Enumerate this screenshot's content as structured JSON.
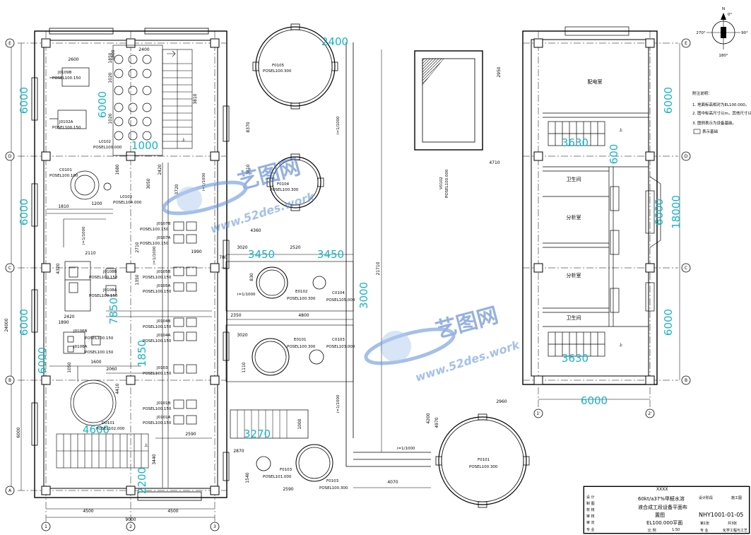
{
  "compass": {
    "north": "N",
    "deg0": "0°",
    "deg90": "90°",
    "deg180": "180°",
    "deg270": "270°"
  },
  "grid": {
    "main_rows": [
      "E",
      "D",
      "C",
      "B",
      "A"
    ],
    "main_cols": [
      "1",
      "2",
      "3"
    ],
    "right_rows": [
      "E",
      "D",
      "C",
      "B"
    ],
    "right_cols": [
      "1'",
      "2'"
    ]
  },
  "dims": {
    "left_spans": [
      "6000",
      "6000",
      "6000",
      "6000",
      "6000"
    ],
    "left_total": "24000",
    "right_spans": [
      "6000",
      "6000",
      "6000"
    ],
    "right_total": "18000",
    "bottom": [
      "4500",
      "4500",
      "9000"
    ],
    "right_bottom": "6000",
    "d2600": "2600",
    "d1850": "1850",
    "d1020a": "1020",
    "d1020b": "1020",
    "d3810": "3810",
    "d3050": "3050",
    "d3720": "3720",
    "d2420": "2420",
    "d1680": "1680",
    "d1200": "1200",
    "d1810": "1810",
    "d1800": "1800",
    "d8370": "8370",
    "d3810b": "3810",
    "d4360": "4360",
    "d3020": "3020",
    "d2520": "2520",
    "d3450a": "3450",
    "d3450b": "3450",
    "d1990": "1990",
    "d2110": "2110",
    "d4320": "4320",
    "d2710": "2710",
    "d1350": "1350",
    "d2420b": "2420",
    "d1890": "1890",
    "d2350": "2350",
    "d4800": "4800",
    "d3020b": "3020",
    "d3000": "3000",
    "d1110": "1110",
    "d1600": "1600",
    "d2060": "2060",
    "d1050": "1050",
    "d7850": "7850",
    "d1850b": "1850",
    "d4410": "4410",
    "d2590": "2590",
    "d3440": "3440",
    "d2870": "2870",
    "d1540": "1540",
    "d2590b": "2590",
    "d3270": "3270",
    "d1000": "1000",
    "d4600": "4600",
    "d2950": "2950",
    "d4710": "4710",
    "d21710": "21710",
    "d2960": "2960",
    "d4200": "4200",
    "d4970": "4970",
    "d4070": "4070",
    "d2400": "2400",
    "d1000b": "1000",
    "d3630a": "3630",
    "d3630b": "3630",
    "d600": "600",
    "d2200": "2200",
    "d2400b": "2400",
    "d780": "780",
    "d830": "830"
  },
  "equipment": {
    "j0109": {
      "tag": "J0109B",
      "pos": "POSEL100.150"
    },
    "j0102": {
      "tag": "J0102A",
      "pos": "POSEL100.150"
    },
    "l0102": {
      "tag": "L0102",
      "pos": "POSEL100.000"
    },
    "c0101": {
      "tag": "C0101",
      "pos": "POSEL100.100"
    },
    "l0103": {
      "tag": "L0103",
      "pos": "POSEL104.000"
    },
    "f0105": {
      "tag": "F0105",
      "pos": "POSEL100.300"
    },
    "f0104": {
      "tag": "F0104",
      "pos": "POSEL100.300"
    },
    "j0107b": {
      "tag": "J0107B",
      "pos": "POSEL100.150"
    },
    "j0107a": {
      "tag": "J0107A",
      "pos": "POSEL100.150"
    },
    "j0108b": {
      "tag": "J0108B",
      "pos": "POSEL100.150"
    },
    "j0108a": {
      "tag": "J0108A",
      "pos": "POSEL100.150"
    },
    "j0105b": {
      "tag": "J0105B",
      "pos": "POSEL100.150"
    },
    "j0105a": {
      "tag": "J0105A",
      "pos": "POSEL100.150"
    },
    "e0102": {
      "tag": "E0102",
      "pos": "POSEL100.300"
    },
    "c0104": {
      "tag": "C0104",
      "pos": "POSEL105.000"
    },
    "j0104b": {
      "tag": "J0104B",
      "pos": "POSEL100.150"
    },
    "j0104a": {
      "tag": "J0104A",
      "pos": "POSEL100.150"
    },
    "j0106b": {
      "tag": "J0106B",
      "pos": "POSEL100.150"
    },
    "j0106a": {
      "tag": "J0106A",
      "pos": "POSEL100.150"
    },
    "e0101": {
      "tag": "E0101",
      "pos": "POSEL100.300"
    },
    "c0103": {
      "tag": "C0103",
      "pos": "POSEL103.000"
    },
    "j0103": {
      "tag": "J0103",
      "pos": "POSEL100.150"
    },
    "j0101b": {
      "tag": "J0101B",
      "pos": "POSEL100.150"
    },
    "j0101a": {
      "tag": "J0101A",
      "pos": "POSEL100.150"
    },
    "d0101": {
      "tag": "D0101",
      "pos": "POSEL102.000"
    },
    "f0103s": {
      "tag": "F0103",
      "pos": "POSEL101.000"
    },
    "f0103": {
      "tag": "F0103",
      "pos": "POSEL100.300"
    },
    "f0101": {
      "tag": "F0101",
      "pos": "POSEL100.300"
    },
    "v0102": {
      "tag": "V0102",
      "pos": "POSEL100.000"
    }
  },
  "slopes": {
    "s1": "i=1/1000",
    "s2": "i=1/1000",
    "s3": "i=1/1000",
    "s4": "i=1/1000",
    "s5": "i=1/1000",
    "s6": "i=1/1000",
    "s7": "i=1/1000"
  },
  "stair_up": {
    "a": "上",
    "b": "上",
    "c": "上",
    "d": "上"
  },
  "rooms": {
    "power": "配电室",
    "wc1": "卫生间",
    "lab1": "分析室",
    "lab2": "分析室",
    "wc2": "卫生间"
  },
  "notes": {
    "title": "附注说明：",
    "n1": "1. 地面标高相对为EL100.000。",
    "n2": "2. 图中标高尺寸以m，其他尺寸以mm。",
    "n3": "3. 图例表示为设备基础。",
    "n4": "表示基础"
  },
  "watermark": {
    "brand1": "艺图网",
    "url1": "www.52des.work",
    "brand2": "艺图网",
    "url2": "www.52des.work"
  },
  "title_block": {
    "company": "XXXX",
    "project": "60kt/a37%甲醛水溶",
    "project2": "液合成工段设备平面布",
    "project3": "置图",
    "level": "EL100.000平面",
    "drawing_no": "NHY1001-01-05",
    "roles": [
      "设 计",
      "制 图",
      "校 核",
      "审 核",
      "审 定",
      "专 业"
    ],
    "stage_label": "设计阶段",
    "stage_value": "施工图",
    "sheet": "第1张",
    "total": "共3张",
    "scale_label": "比 例",
    "scale": "1:50",
    "discipline_label": "专 业",
    "discipline": "化学工程与工艺"
  }
}
